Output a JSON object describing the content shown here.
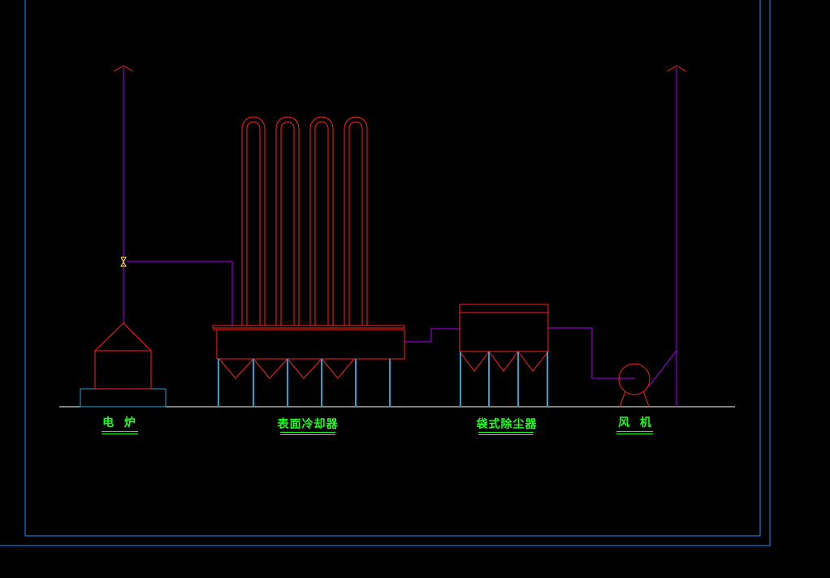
{
  "labels": {
    "furnace": "电  炉",
    "cooler": "表面冷却器",
    "bag_filter": "袋式除尘器",
    "fan": "风  机"
  },
  "colors": {
    "background": "#000000",
    "frame": "#1e90ff",
    "equipment": "#ff2020",
    "duct": "#b000ff",
    "support": "#2aa0d0",
    "ground": "#ffffff",
    "label": "#1aff1a",
    "marker": "#ffff00"
  }
}
